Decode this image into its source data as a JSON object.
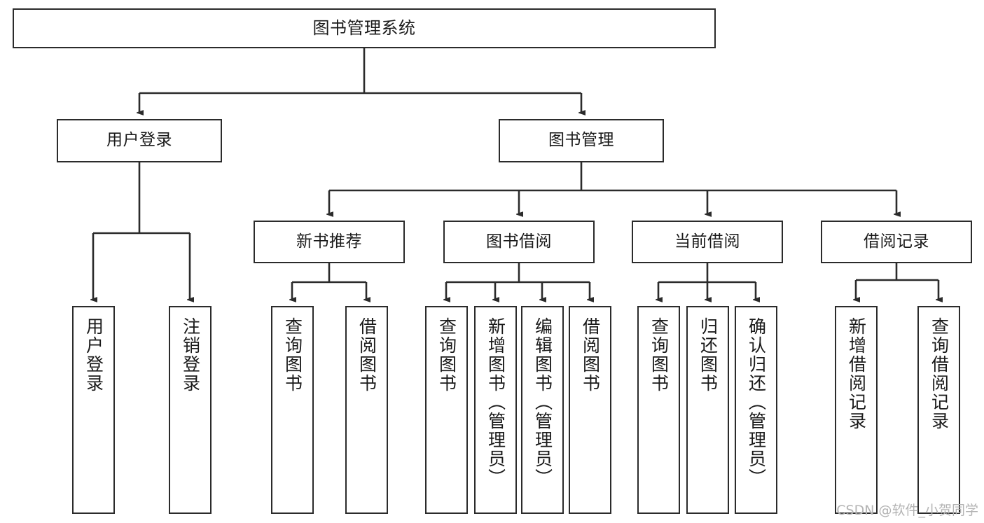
{
  "diagram": {
    "type": "tree",
    "title": "图书管理系统",
    "watermark": "CSDN @软件_小贺同学",
    "colors": {
      "box_border": "#2b2b2b",
      "box_fill": "#ffffff",
      "edge": "#2b2b2b",
      "text": "#1a1a1a",
      "watermark": "#b4b4b4",
      "background": "#ffffff"
    },
    "levels": {
      "root": {
        "label": "图书管理系统"
      },
      "level2": [
        {
          "id": "user-login",
          "label": "用户登录"
        },
        {
          "id": "book-management",
          "label": "图书管理"
        }
      ],
      "level3": [
        {
          "id": "new-book-recommend",
          "label": "新书推荐",
          "parent": "book-management"
        },
        {
          "id": "book-borrow",
          "label": "图书借阅",
          "parent": "book-management"
        },
        {
          "id": "current-borrow",
          "label": "当前借阅",
          "parent": "book-management"
        },
        {
          "id": "borrow-record",
          "label": "借阅记录",
          "parent": "book-management"
        }
      ],
      "leaves": [
        {
          "id": "leaf-user-login",
          "label": "用户登录",
          "parent": "user-login"
        },
        {
          "id": "leaf-user-logout",
          "label": "注销登录",
          "parent": "user-login"
        },
        {
          "id": "leaf-query-book-1",
          "label": "查询图书",
          "parent": "new-book-recommend"
        },
        {
          "id": "leaf-borrow-book-1",
          "label": "借阅图书",
          "parent": "new-book-recommend"
        },
        {
          "id": "leaf-query-book-2",
          "label": "查询图书",
          "parent": "book-borrow"
        },
        {
          "id": "leaf-add-book",
          "label": "新增图书（管理员）",
          "parent": "book-borrow"
        },
        {
          "id": "leaf-edit-book",
          "label": "编辑图书（管理员）",
          "parent": "book-borrow"
        },
        {
          "id": "leaf-borrow-book-2",
          "label": "借阅图书",
          "parent": "book-borrow"
        },
        {
          "id": "leaf-query-book-3",
          "label": "查询图书",
          "parent": "current-borrow"
        },
        {
          "id": "leaf-return-book",
          "label": "归还图书",
          "parent": "current-borrow"
        },
        {
          "id": "leaf-confirm-return",
          "label": "确认归还（管理员）",
          "parent": "current-borrow"
        },
        {
          "id": "leaf-add-record",
          "label": "新增借阅记录",
          "parent": "borrow-record"
        },
        {
          "id": "leaf-query-record",
          "label": "查询借阅记录",
          "parent": "borrow-record"
        }
      ]
    }
  }
}
